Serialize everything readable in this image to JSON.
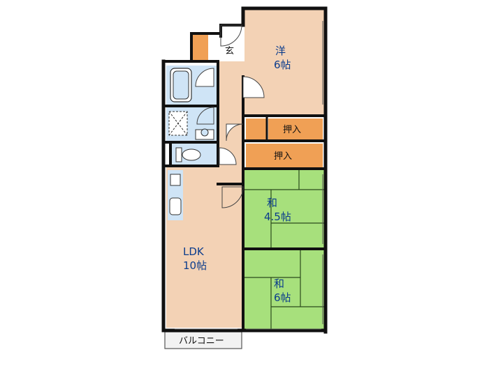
{
  "colors": {
    "wall": "#111111",
    "wood_floor": "#f3d2b5",
    "tatami": "#a7e07c",
    "wet_area": "#cfe4f6",
    "storage": "#f0a055",
    "balcony": "#f2f2f2"
  },
  "rooms": {
    "western": {
      "name": "洋",
      "size": "6帖"
    },
    "entrance": {
      "name": "玄"
    },
    "closet_upper": {
      "name": "押入"
    },
    "closet_lower": {
      "name": "押入"
    },
    "tatami_small": {
      "name": "和",
      "size": "4.5帖"
    },
    "tatami_large": {
      "name": "和",
      "size": "6帖"
    },
    "ldk": {
      "name": "LDK",
      "size": "10帖"
    },
    "balcony": {
      "name": "バルコニー"
    }
  },
  "fixtures": [
    "bathtub-icon",
    "washing-machine-icon",
    "toilet-icon",
    "sink-icon",
    "stove-icon"
  ]
}
